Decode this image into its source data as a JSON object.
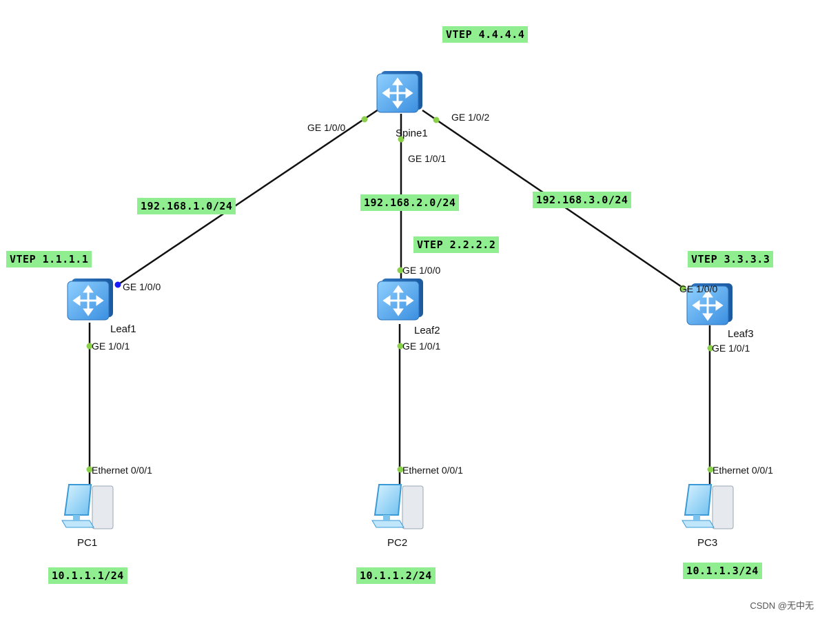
{
  "devices": {
    "spine1": {
      "name": "Spine1"
    },
    "leaf1": {
      "name": "Leaf1"
    },
    "leaf2": {
      "name": "Leaf2"
    },
    "leaf3": {
      "name": "Leaf3"
    },
    "pc1": {
      "name": "PC1"
    },
    "pc2": {
      "name": "PC2"
    },
    "pc3": {
      "name": "PC3"
    }
  },
  "tags": {
    "vtep_spine": "VTEP 4.4.4.4",
    "vtep_leaf1": "VTEP 1.1.1.1",
    "vtep_leaf2": "VTEP 2.2.2.2",
    "vtep_leaf3": "VTEP 3.3.3.3",
    "net1": "192.168.1.0/24",
    "net2": "192.168.2.0/24",
    "net3": "192.168.3.0/24",
    "pc1_ip": "10.1.1.1/24",
    "pc2_ip": "10.1.1.2/24",
    "pc3_ip": "10.1.1.3/24"
  },
  "interfaces": {
    "spine_ge100": "GE 1/0/0",
    "spine_ge101": "GE 1/0/1",
    "spine_ge102": "GE 1/0/2",
    "leaf1_ge100": "GE 1/0/0",
    "leaf1_ge101": "GE 1/0/1",
    "leaf2_ge100": "GE 1/0/0",
    "leaf2_ge101": "GE 1/0/1",
    "leaf3_ge100": "GE 1/0/0",
    "leaf3_ge101": "GE 1/0/1",
    "pc1_eth": "Ethernet 0/0/1",
    "pc2_eth": "Ethernet 0/0/1",
    "pc3_eth": "Ethernet 0/0/1"
  },
  "colors": {
    "tag_bg": "#90ee90",
    "link": "#111111",
    "port_dot": "#8bd04b",
    "port_dot_active": "#1a1aff",
    "switch_blue": "#3f8fd8"
  },
  "watermark": "CSDN @无中无"
}
